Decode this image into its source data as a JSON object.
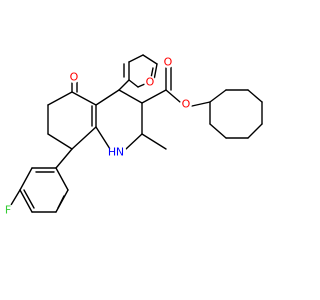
{
  "structure": {
    "atom_colors": {
      "O": "#ff0000",
      "N": "#0000ff",
      "F": "#33cc33"
    },
    "atoms": [
      {
        "id": "O_ring",
        "label": "O",
        "element": "O"
      },
      {
        "id": "O_ester_carbonyl",
        "label": "O",
        "element": "O"
      },
      {
        "id": "O_ester",
        "label": "O",
        "element": "O"
      },
      {
        "id": "O_ketone",
        "label": "O",
        "element": "O"
      },
      {
        "id": "N_H",
        "label": "H",
        "element": "N"
      },
      {
        "id": "N",
        "label": "N",
        "element": "N"
      },
      {
        "id": "F",
        "label": "F",
        "element": "F"
      }
    ]
  }
}
